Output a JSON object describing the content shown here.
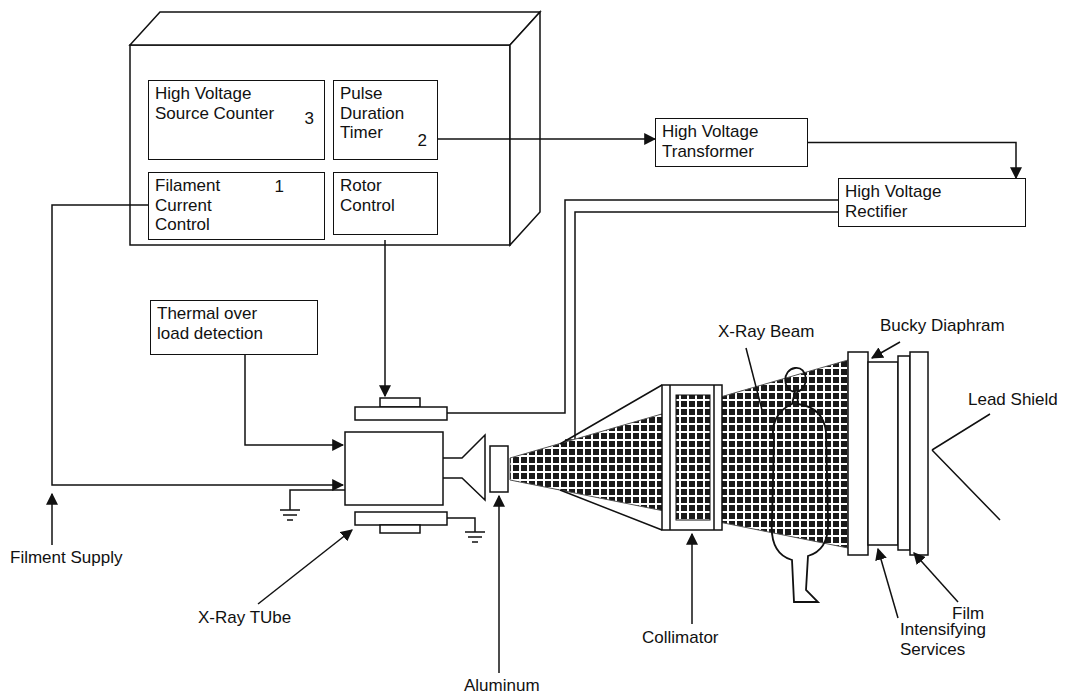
{
  "diagram": {
    "nodes": [
      {
        "text": [
          "High Voltage Source Counter",
          "3"
        ]
      },
      {
        "text": [
          "Pulse Duration Timer",
          "2"
        ]
      },
      {
        "text": [
          "Filament Current Control",
          "1"
        ]
      },
      {
        "text": [
          "Rotor Control"
        ]
      },
      {
        "text": [
          "High Voltage Transformer"
        ]
      },
      {
        "text": [
          "High Voltage Rectifier"
        ]
      },
      {
        "text": [
          "Thermal over load detection"
        ]
      }
    ],
    "edges": [
      {
        "from": 1,
        "to": 4,
        "arrow": "to"
      },
      {
        "from": 4,
        "to": 5,
        "arrow": "to"
      }
    ],
    "labels": [
      "Filment Supply",
      "X-Ray TUbe",
      "Aluminum",
      "Collimator",
      "X-Ray Beam",
      "Bucky Diaphram",
      "Lead Shield",
      "Film",
      "Intensifying Services"
    ]
  }
}
